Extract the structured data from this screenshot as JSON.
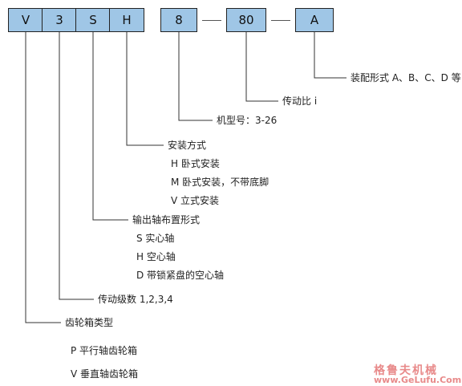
{
  "code_boxes": [
    "V",
    "3",
    "S",
    "H",
    "8",
    "80",
    "A"
  ],
  "separator": "—",
  "labels": {
    "assembly_form": "装配形式 A、B、C、D 等",
    "ratio": "传动比 i",
    "frame_size": "机型号：3-26",
    "mounting": {
      "title": "安装方式",
      "options": [
        "H  卧式安装",
        "M  卧式安装，不带底脚",
        "V  立式安装"
      ]
    },
    "output_shaft": {
      "title": "输出轴布置形式",
      "options": [
        "S  实心轴",
        "H  空心轴",
        "D  带锁紧盘的空心轴"
      ]
    },
    "stages": "传动级数  1,2,3,4",
    "gearbox_type": {
      "title": "齿轮箱类型",
      "options": [
        "P 平行轴齿轮箱",
        "V 垂直轴齿轮箱"
      ]
    }
  },
  "watermark": {
    "name": "格鲁夫机械",
    "url": "www.GeLufu.Com"
  },
  "colors": {
    "box_fill": "#9fc6e6",
    "line": "#333333",
    "watermark": "#e88a8a"
  }
}
